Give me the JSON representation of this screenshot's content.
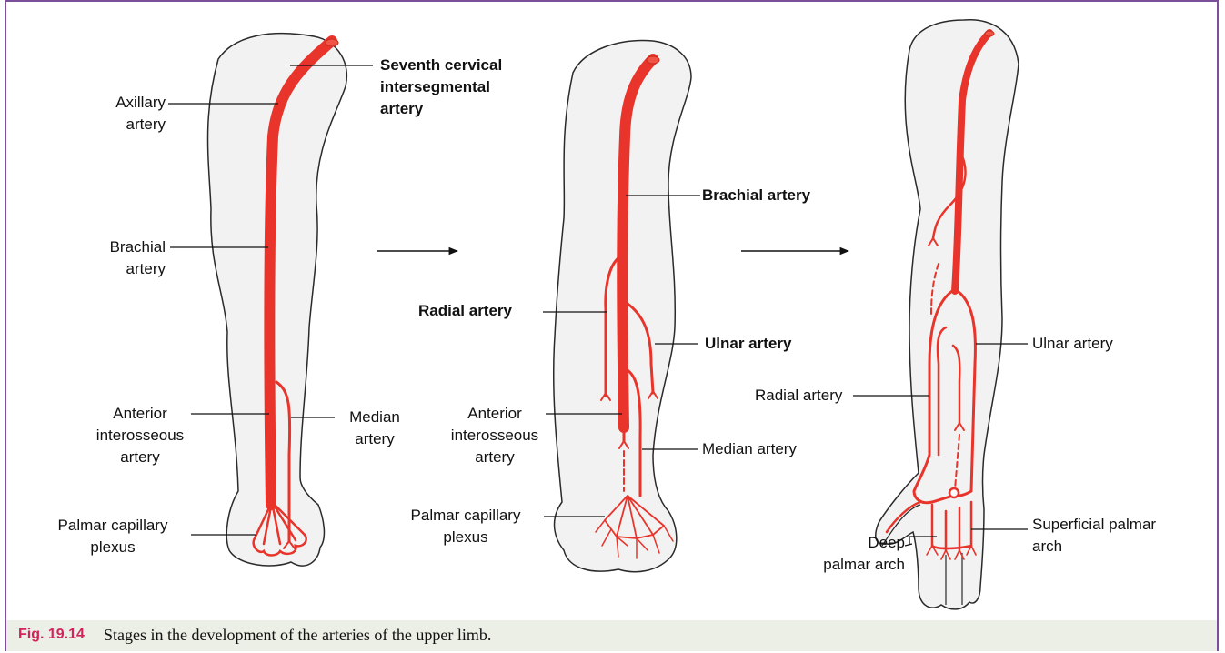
{
  "colors": {
    "artery": "#e8342a",
    "artery_light": "#f05445",
    "limb_fill": "#f2f2f2",
    "limb_stroke": "#2a2a2a",
    "frame": "#7b4f9a",
    "caption_bg": "#ecefe6",
    "fig_number": "#d2235a"
  },
  "stage1": {
    "seventh_cervical": "Seventh cervical\nintersegmental\nartery",
    "axillary": "Axillary\nartery",
    "brachial": "Brachial\nartery",
    "anterior_interosseous": "Anterior\ninterosseous\nartery",
    "median": "Median\nartery",
    "palmar_plexus": "Palmar capillary\nplexus"
  },
  "stage2": {
    "brachial": "Brachial artery",
    "radial": "Radial artery",
    "ulnar": "Ulnar artery",
    "anterior_interosseous": "Anterior\ninterosseous\nartery",
    "median": "Median artery",
    "palmar_plexus": "Palmar capillary\nplexus"
  },
  "stage3": {
    "ulnar": "Ulnar artery",
    "radial": "Radial artery",
    "superficial_arch": "Superficial palmar\narch",
    "deep_arch": "Deep\npalmar arch"
  },
  "caption": {
    "number": "Fig. 19.14",
    "text": "Stages in the development of the arteries of the upper limb."
  }
}
